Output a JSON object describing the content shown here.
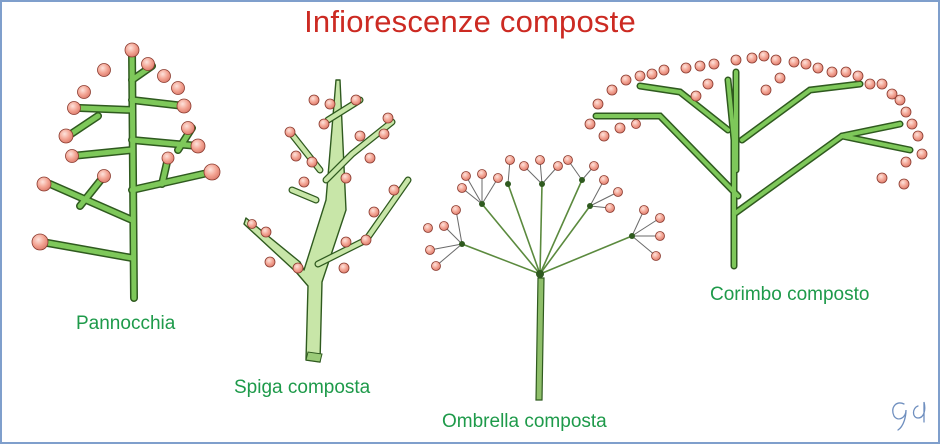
{
  "title": "Infiorescenze composte",
  "labels": {
    "panicle": "Pannocchia",
    "compound_spike": "Spiga composta",
    "compound_umbel": "Ombrella composta",
    "compound_corymb": "Corimbo composto"
  },
  "signature": "Gd",
  "colors": {
    "title": "#cc2a22",
    "label": "#1e9a4a",
    "stem": "#7ec85a",
    "stem_outline": "#2f5a1f",
    "spike_stem": "#c8e6a8",
    "umbel_stem": "#8fbf6a",
    "flower": "#f3a392",
    "flower_outline": "#8a3a2e",
    "border": "#7f9fcc"
  }
}
